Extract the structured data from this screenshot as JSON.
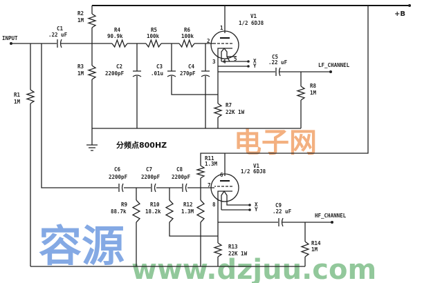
{
  "supply": {
    "label": "+B"
  },
  "input": {
    "label": "INPUT"
  },
  "crossover_note": "分频点800HZ",
  "components": {
    "C1": {
      "name": "C1",
      "value": ".22 uF"
    },
    "R1": {
      "name": "R1",
      "value": "1M"
    },
    "R2": {
      "name": "R2",
      "value": "1M"
    },
    "R3": {
      "name": "R3",
      "value": "1M"
    },
    "R4": {
      "name": "R4",
      "value": "90.9k"
    },
    "R5": {
      "name": "R5",
      "value": "100k"
    },
    "R6": {
      "name": "R6",
      "value": "100k"
    },
    "C2": {
      "name": "C2",
      "value": "2200pF"
    },
    "C3": {
      "name": "C3",
      "value": ".01u"
    },
    "C4": {
      "name": "C4",
      "value": "270pF"
    },
    "V1": {
      "name": "V1",
      "value": "1/2 6DJ8",
      "pins": [
        "1",
        "2",
        "3",
        "4",
        "5"
      ]
    },
    "C5": {
      "name": "C5",
      "value": ".22 uF"
    },
    "R7": {
      "name": "R7",
      "value": "22K 1W"
    },
    "R8": {
      "name": "R8",
      "value": "1M"
    },
    "R11": {
      "name": "R11",
      "value": "1.3M"
    },
    "V2": {
      "name": "V1",
      "value": "1/2 6DJ8",
      "pins": [
        "6",
        "7",
        "8"
      ]
    },
    "C6": {
      "name": "C6",
      "value": "2200pF"
    },
    "C7": {
      "name": "C7",
      "value": "2200pF"
    },
    "C8": {
      "name": "C8",
      "value": "2200pF"
    },
    "R9": {
      "name": "R9",
      "value": "88.7k"
    },
    "R10": {
      "name": "R10",
      "value": "18.2k"
    },
    "R12": {
      "name": "R12",
      "value": "1.3M"
    },
    "C9": {
      "name": "C9",
      "value": ".22 uF"
    },
    "R13": {
      "name": "R13",
      "value": "22K 1W"
    },
    "R14": {
      "name": "R14",
      "value": "1M"
    }
  },
  "heater": {
    "x": "X",
    "y": "Y"
  },
  "outputs": {
    "lf": "LF_CHANNEL",
    "hf": "HF_CHANNEL"
  },
  "watermark": {
    "cn": "容源",
    "cn2": "电子网",
    "url": "www.dzjuu.com"
  },
  "colors": {
    "wm_blue": "#6f9be0",
    "wm_orange": "#f2a36a",
    "wm_green": "#7fbf8a"
  }
}
